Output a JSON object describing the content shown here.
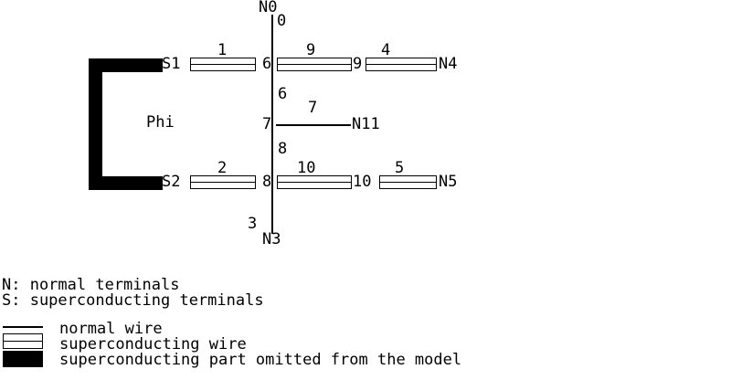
{
  "colors": {
    "ink": "#000000",
    "background": "#ffffff"
  },
  "circuit": {
    "top": {
      "terminal": "N0",
      "wire_label": "0"
    },
    "row1": {
      "left_terminal": "S1",
      "wire_a_label": "1",
      "node_a": "6",
      "wire_b_label": "9",
      "node_b": "9",
      "wire_c_label": "4",
      "right_terminal": "N4"
    },
    "middle": {
      "upper_wire_label": "6",
      "node": "7",
      "branch_wire_label": "7",
      "branch_terminal": "N11",
      "lower_wire_label": "8"
    },
    "row2": {
      "left_terminal": "S2",
      "wire_a_label": "2",
      "node_a": "8",
      "wire_b_label": "10",
      "node_b": "10",
      "wire_c_label": "5",
      "right_terminal": "N5"
    },
    "bottom": {
      "wire_label": "3",
      "terminal": "N3"
    },
    "flux_label": "Phi"
  },
  "legend": {
    "terminal_notes": [
      "N: normal terminals",
      "S: superconducting terminals"
    ],
    "items": [
      {
        "icon": "normal-wire",
        "label": "normal wire"
      },
      {
        "icon": "superconducting-wire",
        "label": "superconducting wire"
      },
      {
        "icon": "omitted-part",
        "label": "superconducting part omitted from the model"
      }
    ]
  }
}
